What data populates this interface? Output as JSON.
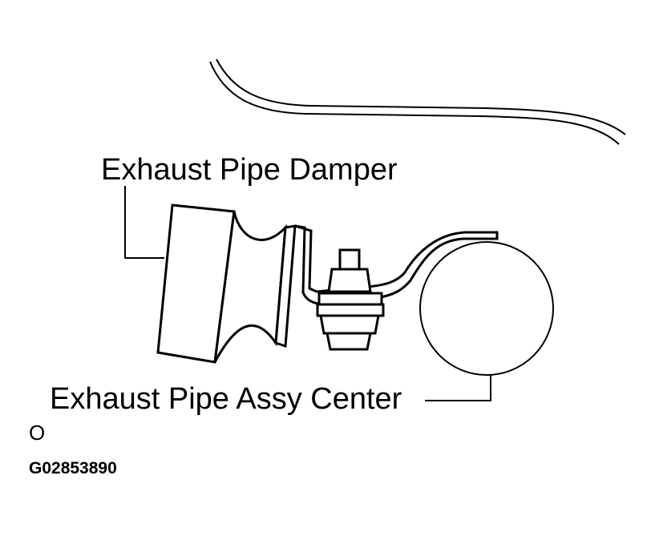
{
  "labels": {
    "damper": "Exhaust Pipe Damper",
    "pipe_center": "Exhaust Pipe Assy Center",
    "marker": "O",
    "figure_code": "G02853890"
  },
  "colors": {
    "stroke": "#000000",
    "background": "#ffffff"
  }
}
